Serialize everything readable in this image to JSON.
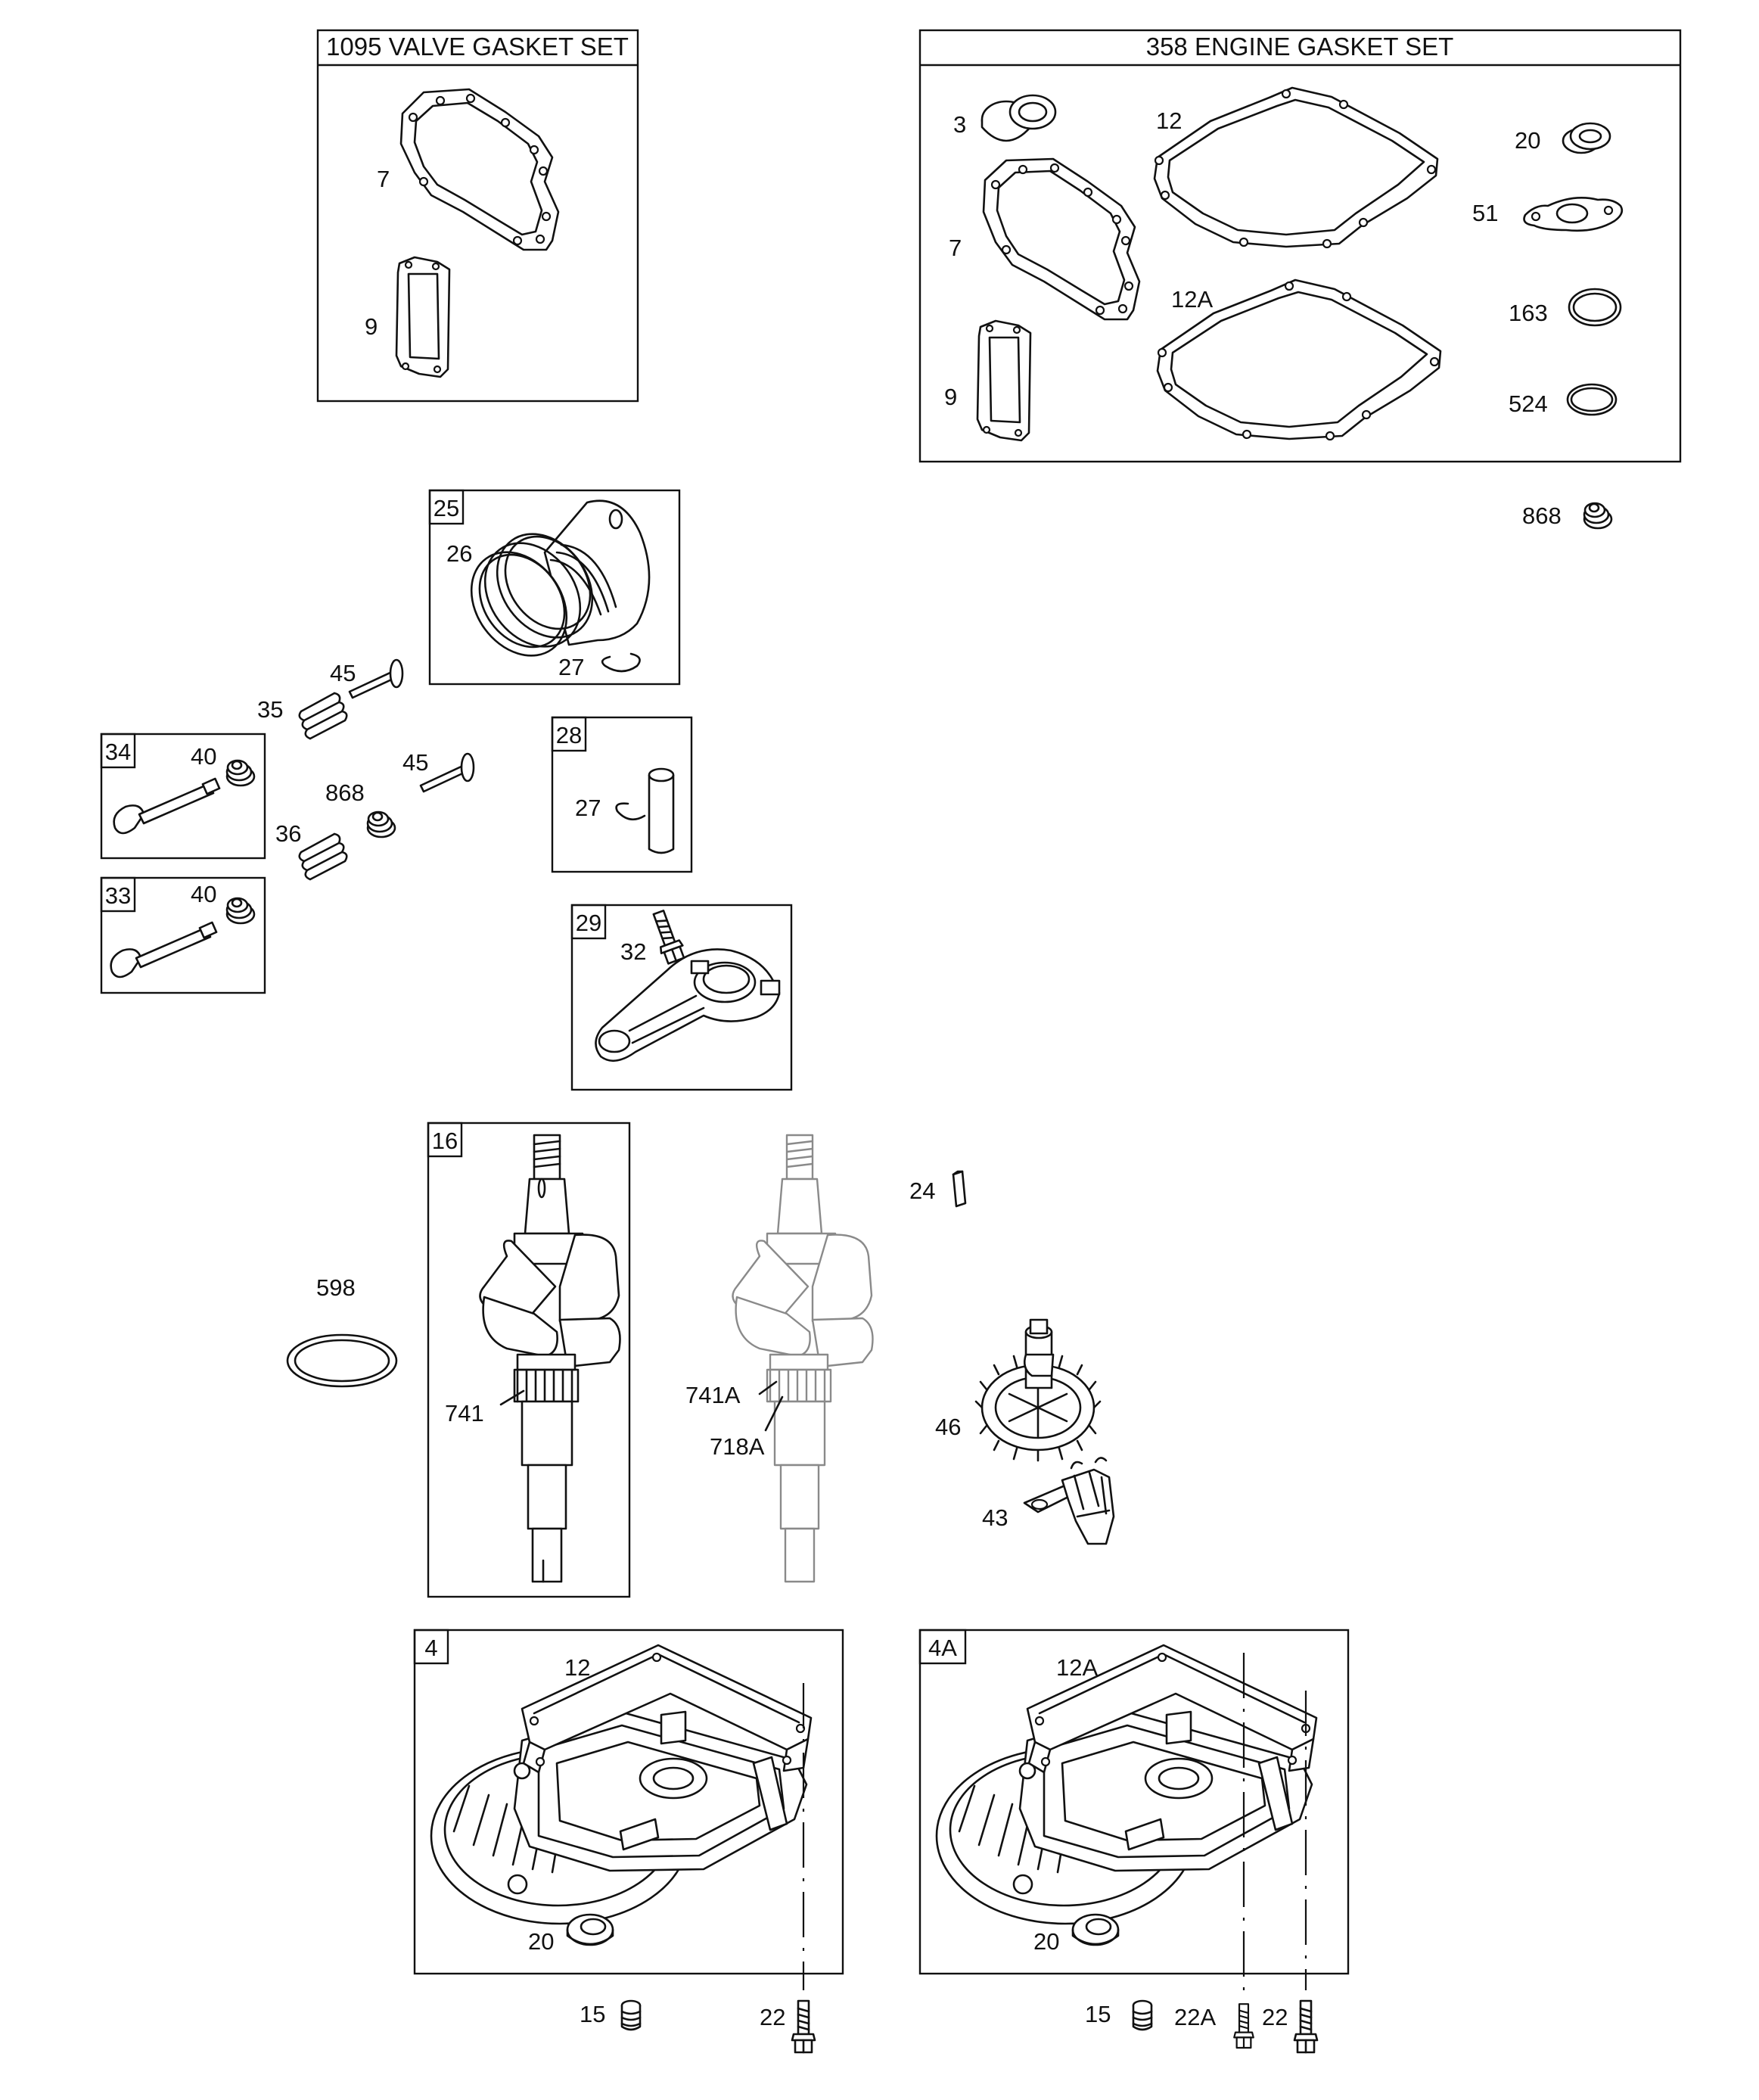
{
  "kits": {
    "valve_gasket_set": "1095 VALVE GASKET SET",
    "engine_gasket_set": "358 ENGINE GASKET SET"
  },
  "box_numbers": {
    "piston_assembly": "25",
    "piston_pin": "28",
    "connecting_rod": "29",
    "exhaust_valve": "34",
    "intake_valve": "33",
    "crankshaft": "16",
    "sump": "4",
    "sump_alt": "4A"
  },
  "labels": {
    "vgs_head_gasket": "7",
    "vgs_intake_gasket": "9",
    "egs_oil_seal": "3",
    "egs_head_gasket": "7",
    "egs_intake_gasket": "9",
    "egs_sump_gasket": "12",
    "egs_sump_gasket_alt": "12A",
    "egs_oil_seal_small": "20",
    "egs_exhaust_gasket": "51",
    "egs_oring": "163",
    "egs_oring_small": "524",
    "valve_seal_top": "868",
    "piston_rings": "26",
    "retainer_piston": "27",
    "retainer_pin": "27",
    "valve_retainer_a": "45",
    "valve_retainer_b": "45",
    "valve_spring_a": "35",
    "valve_spring_b": "36",
    "valve_seal_mid": "868",
    "valve_cap_exhaust": "40",
    "valve_cap_intake": "40",
    "rod_screw": "32",
    "gasket_598": "598",
    "timing_gear": "741",
    "timing_gear_alt": "741A",
    "crank_gear_alt": "718A",
    "key": "24",
    "camshaft": "46",
    "governor": "43",
    "sump_gasket": "12",
    "sump_gasket_alt": "12A",
    "sump_seal": "20",
    "sump_seal_alt": "20",
    "plug": "15",
    "plug_alt": "15",
    "sump_screw": "22",
    "sump_screw_a": "22A",
    "sump_screw_alt": "22"
  }
}
